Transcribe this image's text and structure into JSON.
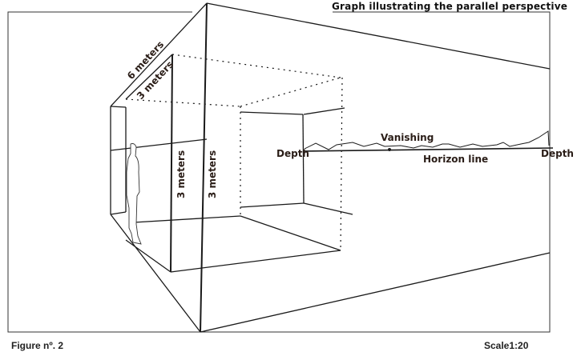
{
  "figure": {
    "title": "Graph illustrating the parallel perspective",
    "caption": "Figure nº. 2",
    "scale": "Scale1:20"
  },
  "labels": {
    "outer_depth": "6 meters",
    "inner_depth": "3 meters",
    "inner_height": "3 meters",
    "outer_height": "3 meters",
    "vanishing": "Vanishing",
    "depth_left": "Depth",
    "depth_right": "Depth",
    "horizon": "Horizon line"
  },
  "figure_elements": {
    "person": "human-figure",
    "horizon_terrain": "mountain-silhouette"
  },
  "colors": {
    "line": "#1a1a1a",
    "text": "#2a1d17",
    "background": "#ffffff"
  }
}
